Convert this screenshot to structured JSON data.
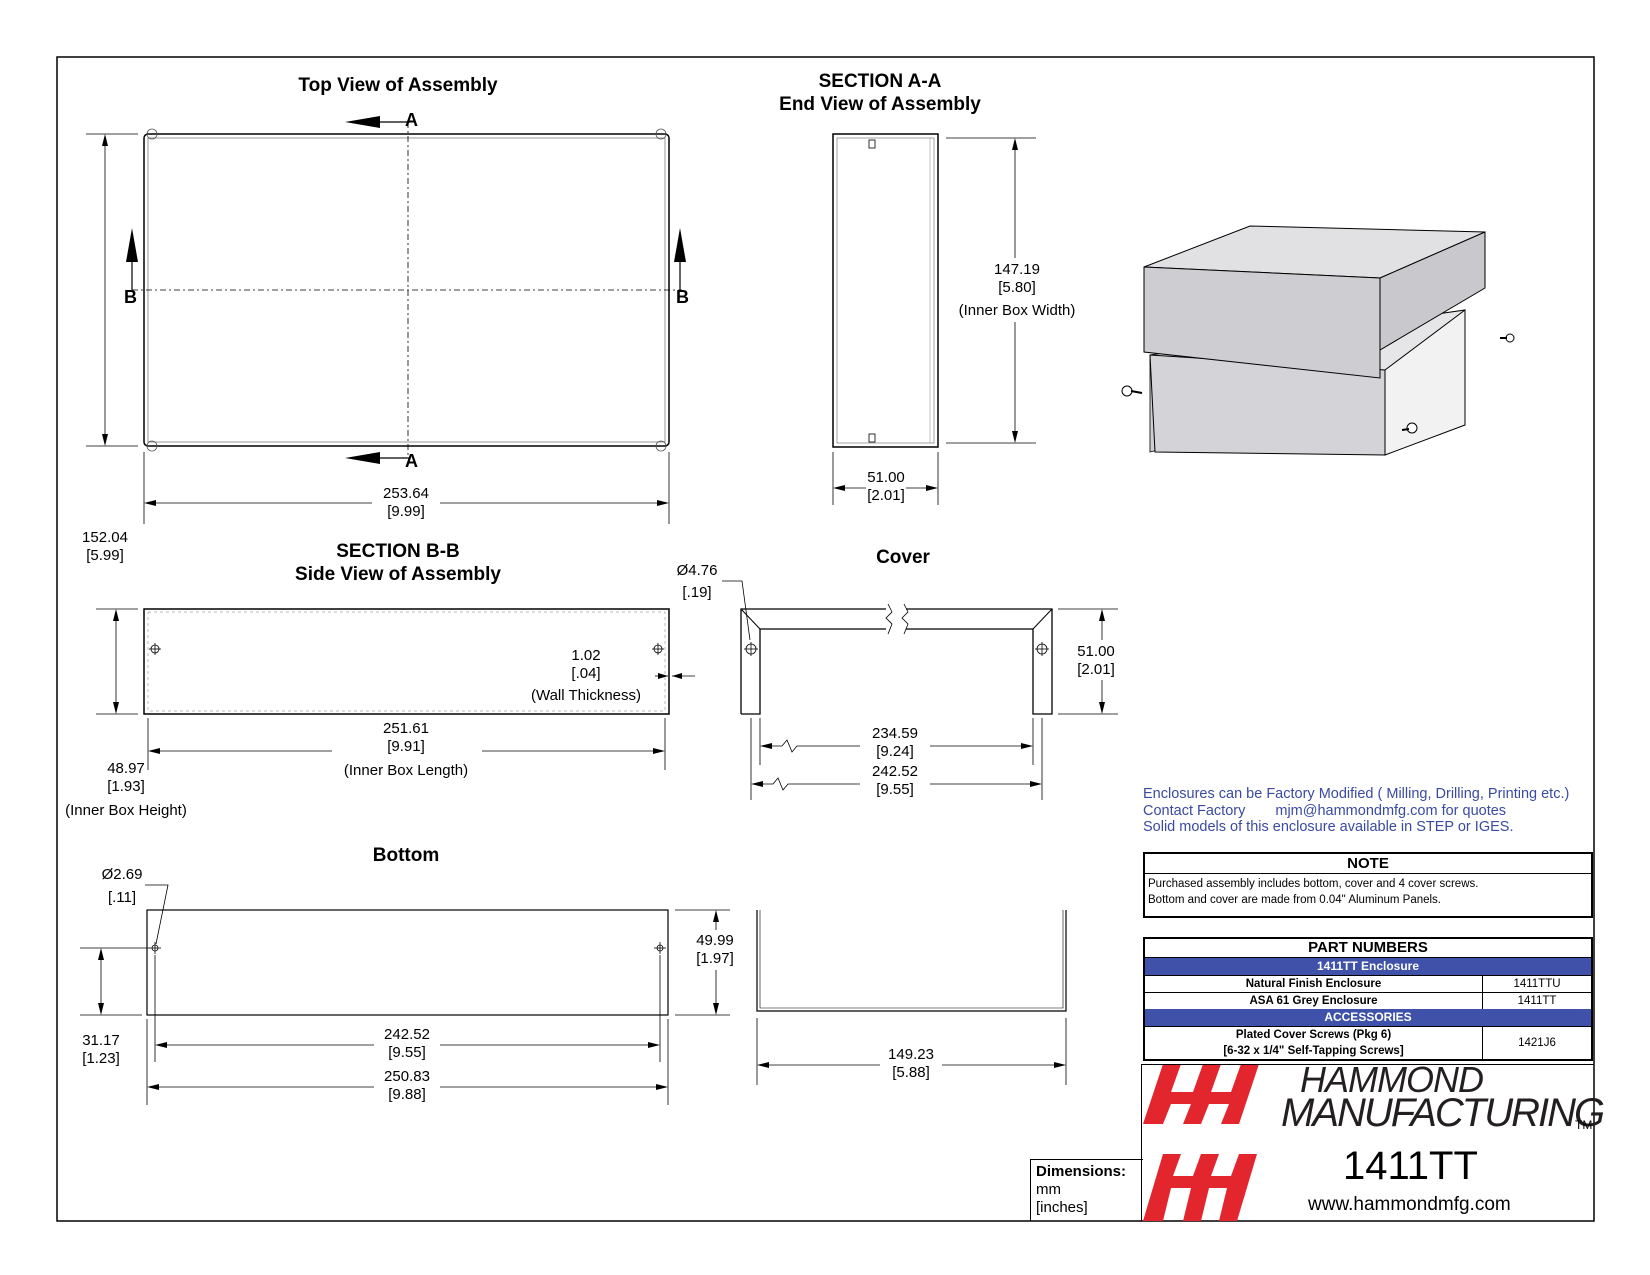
{
  "views": {
    "top_title": "Top View of Assembly",
    "section_aa": "SECTION A-A",
    "end_title": "End View of Assembly",
    "section_bb": "SECTION B-B",
    "side_title": "Side View of Assembly",
    "cover_title": "Cover",
    "bottom_title": "Bottom"
  },
  "labels": {
    "a": "A",
    "b": "B"
  },
  "dims": {
    "top_len_mm": "253.64",
    "top_len_in": "[9.99]",
    "top_height_mm": "152.04",
    "top_height_in": "[5.99]",
    "end_width_mm": "147.19",
    "end_width_in": "[5.80]",
    "end_width_note": "(Inner Box Width)",
    "end_depth_mm": "51.00",
    "end_depth_in": "[2.01]",
    "hole_dia_mm": "Ø4.76",
    "hole_dia_in": "[.19]",
    "wall_mm": "1.02",
    "wall_in": "[.04]",
    "wall_note": "(Wall Thickness)",
    "side_len_mm": "251.61",
    "side_len_in": "[9.91]",
    "side_len_note": "(Inner Box Length)",
    "side_h_mm": "48.97",
    "side_h_in": "[1.93]",
    "side_h_note": "(Inner Box Height)",
    "cover_h_mm": "51.00",
    "cover_h_in": "[2.01]",
    "cover_in_mm": "234.59",
    "cover_in_in": "[9.24]",
    "cover_out_mm": "242.52",
    "cover_out_in": "[9.55]",
    "bot_hole_mm": "Ø2.69",
    "bot_hole_in": "[.11]",
    "bot_h_mm": "49.99",
    "bot_h_in": "[1.97]",
    "bot_off_mm": "31.17",
    "bot_off_in": "[1.23]",
    "bot_holes_mm": "242.52",
    "bot_holes_in": "[9.55]",
    "bot_len_mm": "250.83",
    "bot_len_in": "[9.88]",
    "bot_w_mm": "149.23",
    "bot_w_in": "[5.88]"
  },
  "info": {
    "line1": "Enclosures can be Factory Modified ( Milling, Drilling, Printing etc.)",
    "line2_a": "Contact Factory",
    "line2_b": "mjm@hammondmfg.com for quotes",
    "line3": "Solid models of this enclosure available in STEP or IGES."
  },
  "note": {
    "title": "NOTE",
    "line1": "Purchased assembly includes bottom, cover and 4 cover screws.",
    "line2": "Bottom and cover are made from 0.04\" Aluminum Panels."
  },
  "parts": {
    "title": "PART NUMBERS",
    "section1": "1411TT Enclosure",
    "rows": [
      {
        "desc": "Natural Finish Enclosure",
        "pn": "1411TTU"
      },
      {
        "desc": "ASA 61 Grey Enclosure",
        "pn": "1411TT"
      }
    ],
    "section2": "ACCESSORIES",
    "acc_desc1": "Plated Cover Screws (Pkg 6)",
    "acc_desc2": "[6-32 x 1/4\" Self-Tapping Screws]",
    "acc_pn": "1421J6"
  },
  "brand": {
    "line1": "HAMMOND",
    "line2": "MANUFACTURING",
    "tm": "TM",
    "model": "1411TT",
    "website": "www.hammondmfg.com",
    "logo_color": "#e3262d"
  },
  "units": {
    "title": "Dimensions:",
    "mm": "mm",
    "inches": "[inches]"
  }
}
